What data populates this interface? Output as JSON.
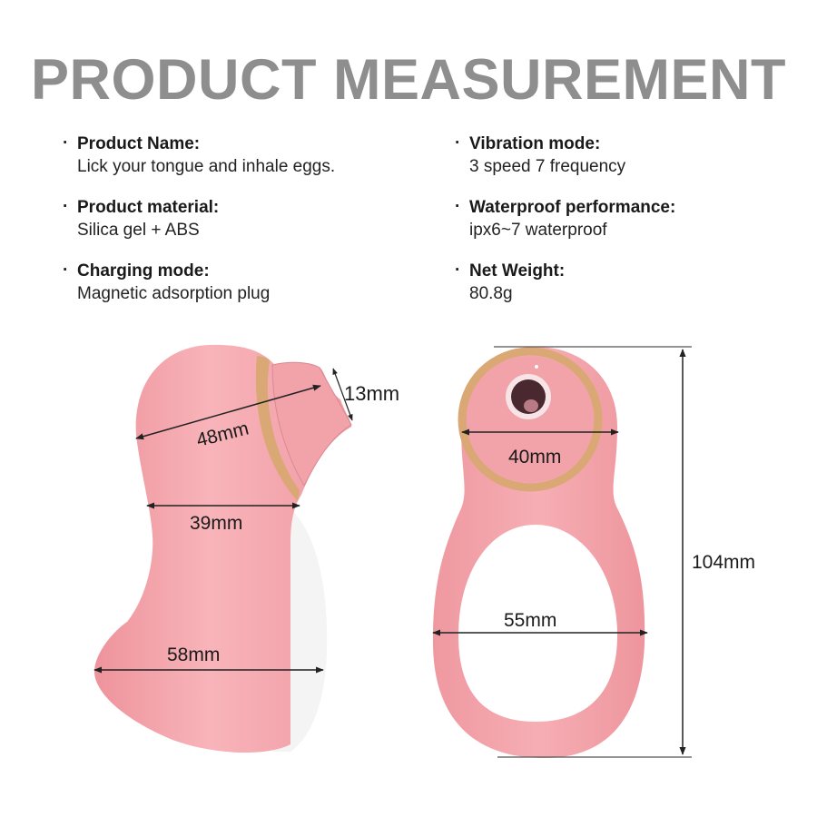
{
  "title": "PRODUCT MEASUREMENT",
  "specs_left": [
    {
      "label": "Product Name:",
      "value": "Lick your tongue and inhale eggs."
    },
    {
      "label": "Product material:",
      "value": "Silica gel + ABS"
    },
    {
      "label": "Charging mode:",
      "value": "Magnetic adsorption plug"
    }
  ],
  "specs_right": [
    {
      "label": "Vibration mode:",
      "value": "3 speed 7 frequency"
    },
    {
      "label": "Waterproof performance:",
      "value": "ipx6~7 waterproof"
    },
    {
      "label": "Net Weight:",
      "value": "80.8g"
    }
  ],
  "bullet": "·",
  "side_view": {
    "dims": {
      "tip": "13mm",
      "head": "48mm",
      "neck": "39mm",
      "base": "58mm"
    }
  },
  "front_view": {
    "dims": {
      "head": "40mm",
      "base": "55mm",
      "height": "104mm"
    }
  },
  "colors": {
    "title": "#8e8e8e",
    "body_pink": "#f4a3aa",
    "gold_ring": "#d9a874",
    "white_panel": "#ffffff"
  }
}
